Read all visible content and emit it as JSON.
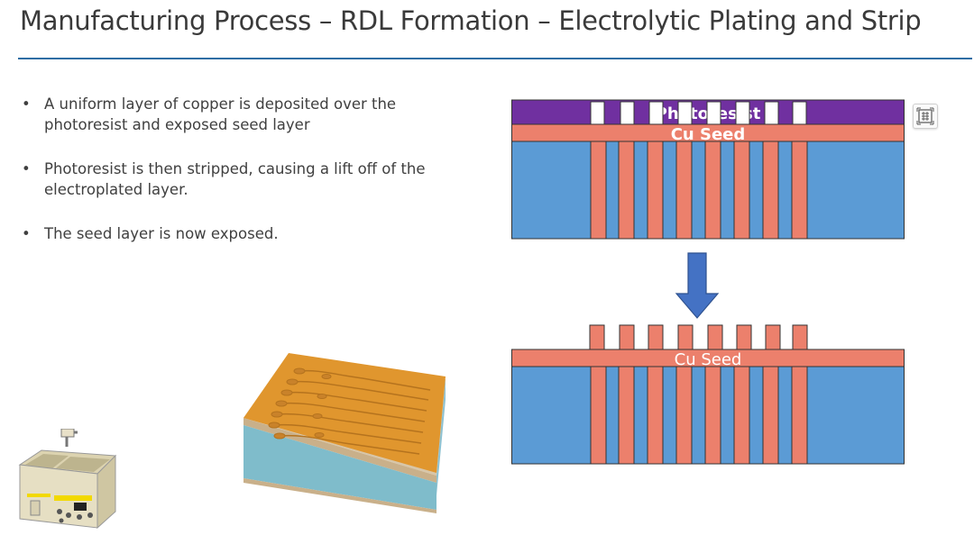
{
  "slide": {
    "title": "Manufacturing Process – RDL Formation – Electrolytic Plating and Strip",
    "bullets": [
      "A uniform layer of copper is deposited over the photoresist and exposed seed layer",
      "Photoresist is then stripped, causing a lift off of the electroplated layer.",
      " The seed layer is now exposed."
    ],
    "bullet_glyph": "•"
  },
  "diagram_top": {
    "photoresist_label": "Photoresist",
    "seed_label": "Cu Seed"
  },
  "diagram_bottom": {
    "seed_label": "Cu Seed"
  },
  "icons": {
    "toolbar": "grid-frame-icon",
    "arrow": "down-arrow-icon"
  },
  "colors": {
    "accent_rule": "#2e6da4",
    "photoresist": "#7030a0",
    "copper": "#ec806c",
    "substrate": "#5b9bd5",
    "arrow": "#4472c4"
  }
}
